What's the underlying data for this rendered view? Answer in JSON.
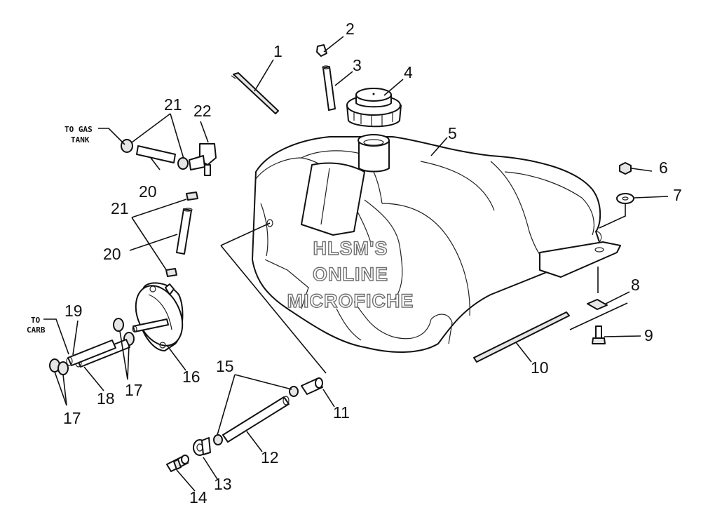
{
  "callouts": {
    "c1": "1",
    "c2": "2",
    "c3": "3",
    "c4": "4",
    "c5": "5",
    "c6": "6",
    "c7": "7",
    "c8": "8",
    "c9": "9",
    "c10": "10",
    "c11": "11",
    "c12": "12",
    "c13": "13",
    "c14": "14",
    "c15": "15",
    "c16": "16",
    "c17a": "17",
    "c17b": "17",
    "c18": "18",
    "c19": "19",
    "c20a": "20",
    "c20b": "20",
    "c21a": "21",
    "c21b": "21",
    "c22": "22"
  },
  "notes": {
    "gas_line1": "TO GAS",
    "gas_line2": "TANK",
    "carb_line1": "TO",
    "carb_line2": "CARB"
  },
  "watermark": {
    "line1": "HLSM'S",
    "line2": "ONLINE",
    "line3": "MICROFICHE"
  }
}
